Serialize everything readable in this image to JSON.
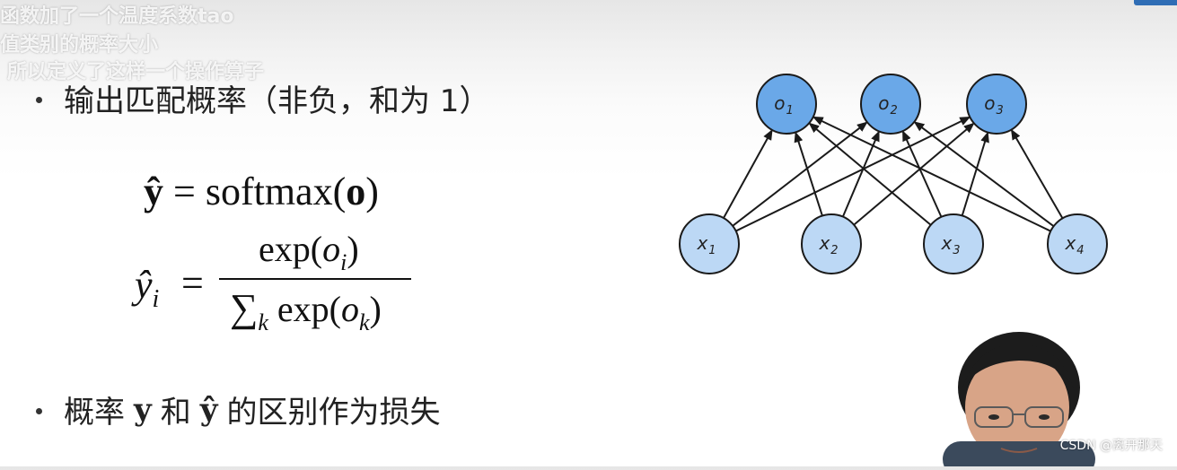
{
  "overlay": {
    "lines": [
      "函数加了一个温度系数tao",
      "值类别的概率大小",
      "所以定义了这样一个操作算子"
    ]
  },
  "bullets": {
    "b1": "输出匹配概率（非负，和为 1）",
    "b2_pre": "概率",
    "b2_y": "y",
    "b2_mid": "和",
    "b2_yhat": "ŷ",
    "b2_post": "的区别作为损失"
  },
  "formula1": {
    "lhs": "ŷ",
    "eq": "=",
    "func": "softmax(",
    "arg": "o",
    "close": ")"
  },
  "formula2": {
    "lhs": "ŷ",
    "lhs_sub": "i",
    "eq": "=",
    "num_pre": "exp(",
    "num_var": "o",
    "num_sub": "i",
    "num_close": ")",
    "den_sum": "∑",
    "den_sum_sub": "k",
    "den_pre": "exp(",
    "den_var": "o",
    "den_sub": "k",
    "den_close": ")"
  },
  "network": {
    "outputs": [
      {
        "base": "o",
        "sub": "1"
      },
      {
        "base": "o",
        "sub": "2"
      },
      {
        "base": "o",
        "sub": "3"
      }
    ],
    "inputs": [
      {
        "base": "x",
        "sub": "1"
      },
      {
        "base": "x",
        "sub": "2"
      },
      {
        "base": "x",
        "sub": "3"
      },
      {
        "base": "x",
        "sub": "4"
      }
    ],
    "colors": {
      "output_fill": "#6aa8e8",
      "input_fill": "#bcd8f5",
      "stroke": "#1a1a1a"
    }
  },
  "watermark": "CSDN @离开那天"
}
